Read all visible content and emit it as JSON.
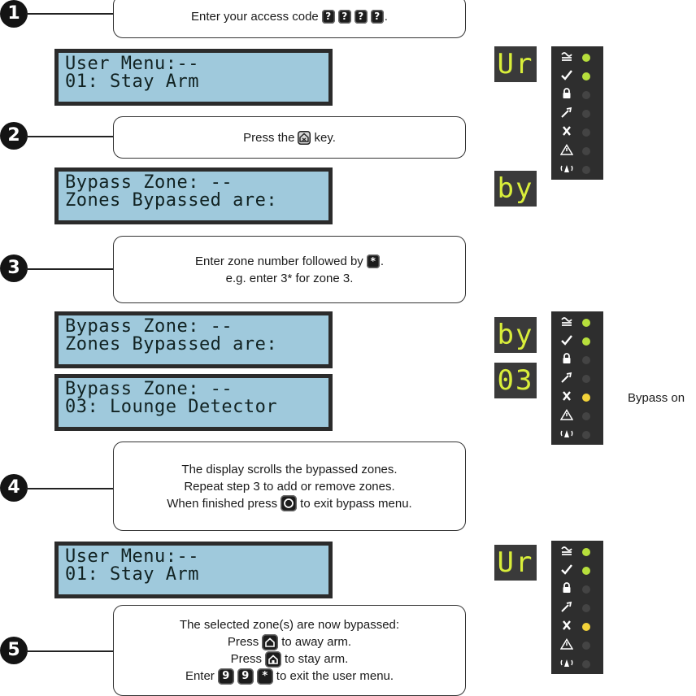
{
  "steps": [
    "1",
    "2",
    "3",
    "4",
    "5"
  ],
  "step1": {
    "pre": "Enter your access code",
    "keys": [
      "?",
      "?",
      "?",
      "?"
    ],
    "post": "."
  },
  "step2": {
    "pre": "Press the",
    "key_icon": "bypass-key-icon",
    "post": "key."
  },
  "step3": {
    "line1_pre": "Enter zone number followed by",
    "key": "*",
    "line1_post": ".",
    "line2": "e.g. enter 3* for zone 3."
  },
  "step4": {
    "line1": "The display scrolls the bypassed zones.",
    "line2": "Repeat step 3 to add or remove zones.",
    "line3_pre": "When finished press",
    "line3_key_icon": "exit-key-icon",
    "line3_post": "to exit bypass menu."
  },
  "step5": {
    "line1": "The selected zone(s) are now bypassed:",
    "line2_pre": "Press",
    "line2_key_icon": "away-arm-key-icon",
    "line2_post": "to away arm.",
    "line3_pre": "Press",
    "line3_key_icon": "stay-arm-key-icon",
    "line3_post": "to stay arm.",
    "line4_pre": "Enter",
    "line4_keys": [
      "9",
      "9",
      "*"
    ],
    "line4_post": "to exit the user menu."
  },
  "lcds": [
    {
      "line1": "User Menu:--",
      "line2": "01: Stay Arm"
    },
    {
      "line1": "Bypass Zone: --",
      "line2": "Zones Bypassed are:"
    },
    {
      "line1": "Bypass Zone: --",
      "line2": "Zones Bypassed are:"
    },
    {
      "line1": "Bypass Zone: --",
      "line2": "03: Lounge Detector"
    },
    {
      "line1": "User Menu:--",
      "line2": "01: Stay Arm"
    }
  ],
  "seven_seg": [
    "Ur",
    "by",
    "by",
    "03",
    "Ur"
  ],
  "led_icons": [
    "power-icon",
    "ready-check-icon",
    "armed-lock-icon",
    "tamper-tool-icon",
    "bypass-x-icon",
    "fault-warning-icon",
    "alarm-siren-icon"
  ],
  "led_panels": [
    {
      "states": [
        "on-green",
        "on-green",
        "off",
        "off",
        "off",
        "off",
        "off"
      ]
    },
    {
      "states": [
        "on-green",
        "on-green",
        "off",
        "off",
        "on-yellow",
        "off",
        "off"
      ]
    },
    {
      "states": [
        "on-green",
        "on-green",
        "off",
        "off",
        "on-yellow",
        "off",
        "off"
      ]
    }
  ],
  "colors": {
    "led_green": "#b7df3c",
    "led_yellow": "#f3d33a",
    "led_off": "#444444",
    "lcd_bg": "#9fc9dc",
    "seg_text": "#d9ee3a"
  },
  "bypass_label": "Bypass on"
}
